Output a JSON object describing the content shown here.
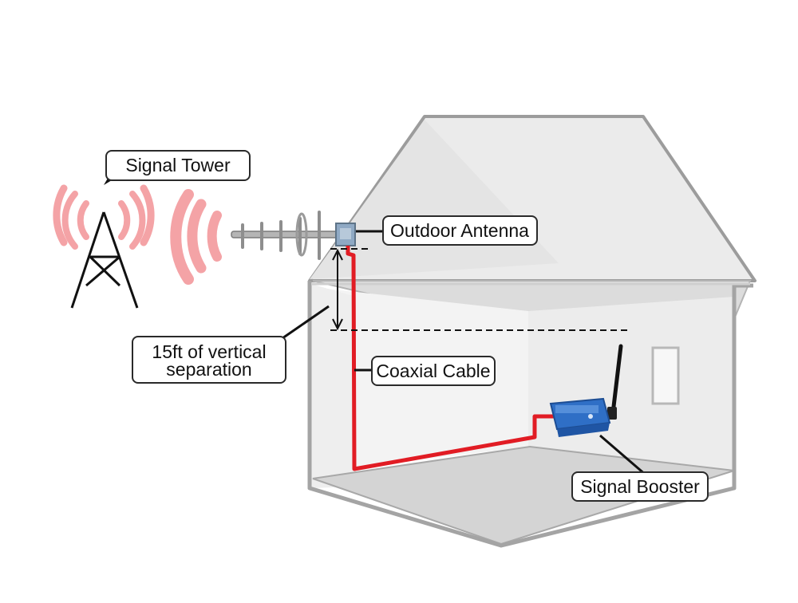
{
  "labels": {
    "tower": "Signal Tower",
    "outdoor_antenna": "Outdoor Antenna",
    "separation_line1": "15ft of vertical",
    "separation_line2": "separation",
    "coaxial_cable": "Coaxial Cable",
    "signal_booster": "Signal Booster"
  },
  "colors": {
    "signal_waves": "#f4a3a6",
    "cable": "#e11c24",
    "booster": "#2f6fc6",
    "house_wall": "#e8e8e8",
    "house_edge": "#9a9a9a"
  },
  "icons": {
    "tower": "radio-tower-icon",
    "antenna": "yagi-antenna-icon",
    "booster": "signal-booster-icon"
  }
}
